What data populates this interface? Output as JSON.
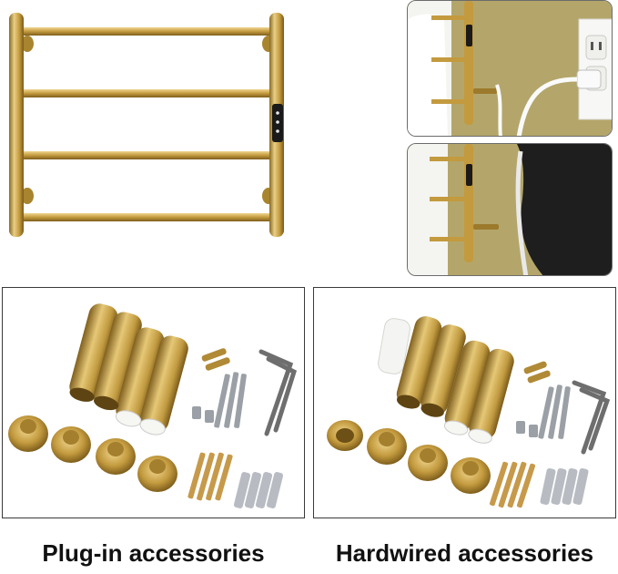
{
  "captions": {
    "left": "Plug-in accessories",
    "right": "Hardwired accessories"
  },
  "colors": {
    "brass": "#c9a043",
    "brass_dark": "#8a6a22",
    "brass_light": "#e8cf86",
    "wall_olive": "#b6a86a",
    "wall_olive_dark": "#8c8050",
    "black_panel": "#1e1e1e"
  },
  "icons": {
    "control_panel": "three-dot-led-panel",
    "outlet": "wall-outlet-icon",
    "plug": "power-plug-icon"
  }
}
